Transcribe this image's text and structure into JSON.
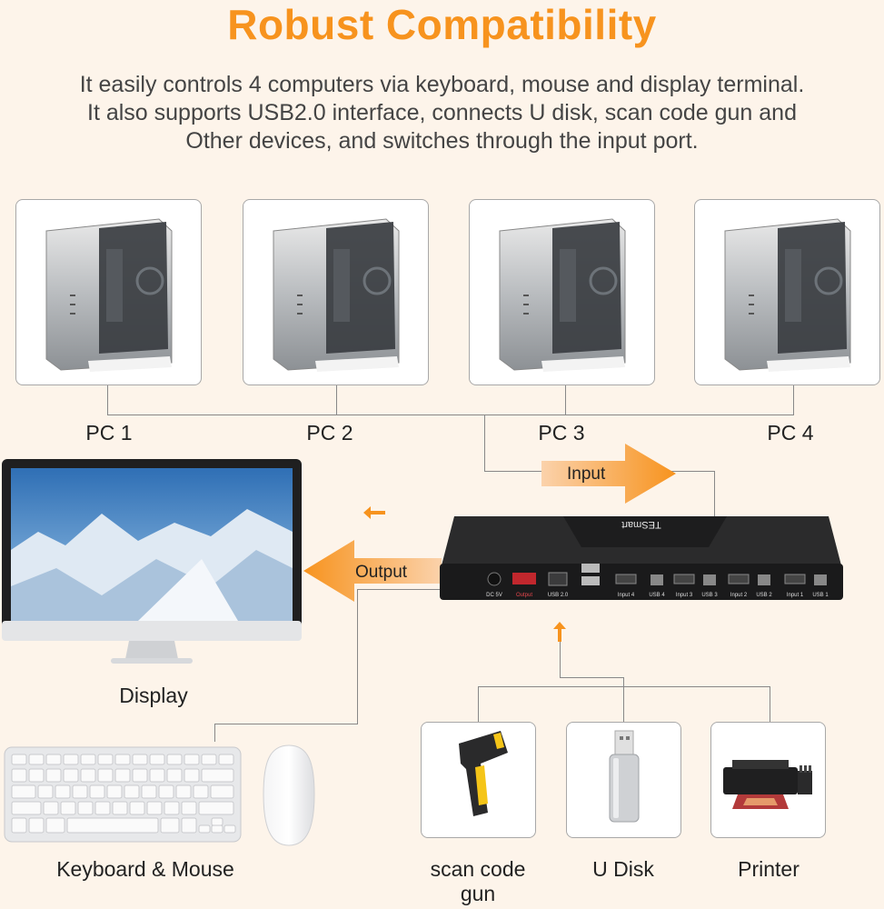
{
  "header": {
    "title": "Robust Compatibility",
    "subtitle_lines": [
      "It easily controls 4 computers via keyboard, mouse and display terminal.",
      "It also supports USB2.0 interface, connects U disk, scan code gun and",
      "Other devices, and switches through the input port."
    ]
  },
  "pcs": [
    {
      "label": "PC 1"
    },
    {
      "label": "PC 2"
    },
    {
      "label": "PC 3"
    },
    {
      "label": "PC 4"
    }
  ],
  "arrows": {
    "input_label": "Input",
    "output_label": "Output"
  },
  "kvm": {
    "brand": "TESmart",
    "ports": [
      "DC 5V",
      "Output",
      "USB 2.0",
      "",
      "Input 4",
      "USB 4",
      "Input 3",
      "USB 3",
      "Input 2",
      "USB 2",
      "Input 1",
      "USB 1"
    ]
  },
  "display": {
    "label": "Display"
  },
  "keyboard_mouse": {
    "label": "Keyboard & Mouse"
  },
  "usb_devices": [
    {
      "label_lines": [
        "scan code",
        "gun"
      ]
    },
    {
      "label_lines": [
        "U Disk"
      ]
    },
    {
      "label_lines": [
        "Printer"
      ]
    }
  ],
  "colors": {
    "accent": "#f7931e",
    "arrow": "#f9b377",
    "background": "#fdf4ea"
  }
}
